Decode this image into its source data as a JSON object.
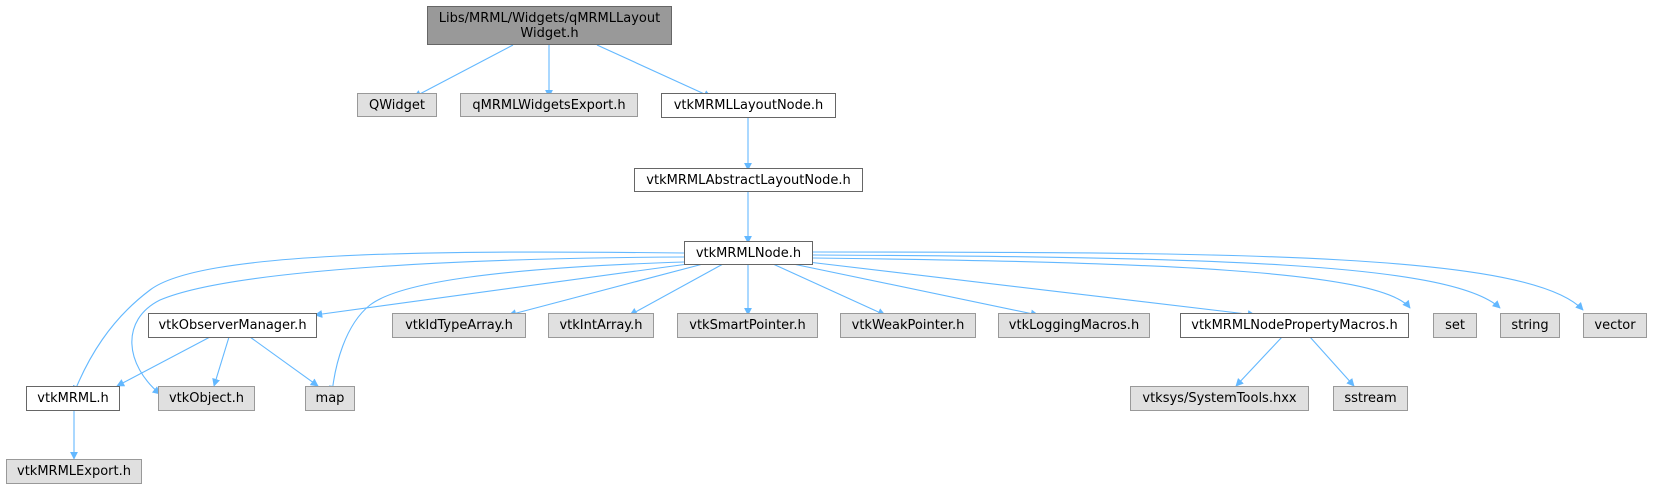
{
  "graph": {
    "colors": {
      "edge": "#63b8ff",
      "root_fill": "#999999",
      "local_fill": "#ffffff",
      "system_fill": "#e0e0e0"
    },
    "nodes": {
      "root": {
        "label": "Libs/MRML/Widgets/qMRMLLayout Widget.h",
        "kind": "root"
      },
      "qwidget": {
        "label": "QWidget",
        "kind": "system"
      },
      "qmrmlwidgetsexport": {
        "label": "qMRMLWidgetsExport.h",
        "kind": "system"
      },
      "layoutnode": {
        "label": "vtkMRMLLayoutNode.h",
        "kind": "local"
      },
      "abstractlayoutnode": {
        "label": "vtkMRMLAbstractLayoutNode.h",
        "kind": "local"
      },
      "mrmlnode": {
        "label": "vtkMRMLNode.h",
        "kind": "local"
      },
      "observermanager": {
        "label": "vtkObserverManager.h",
        "kind": "local"
      },
      "idtypearray": {
        "label": "vtkIdTypeArray.h",
        "kind": "system"
      },
      "intarray": {
        "label": "vtkIntArray.h",
        "kind": "system"
      },
      "smartpointer": {
        "label": "vtkSmartPointer.h",
        "kind": "system"
      },
      "weakpointer": {
        "label": "vtkWeakPointer.h",
        "kind": "system"
      },
      "loggingmacros": {
        "label": "vtkLoggingMacros.h",
        "kind": "system"
      },
      "nodepropertymacros": {
        "label": "vtkMRMLNodePropertyMacros.h",
        "kind": "local"
      },
      "set": {
        "label": "set",
        "kind": "system"
      },
      "string": {
        "label": "string",
        "kind": "system"
      },
      "vector": {
        "label": "vector",
        "kind": "system"
      },
      "vtkmrml": {
        "label": "vtkMRML.h",
        "kind": "local"
      },
      "vtkobject": {
        "label": "vtkObject.h",
        "kind": "system"
      },
      "map": {
        "label": "map",
        "kind": "system"
      },
      "systemtools": {
        "label": "vtksys/SystemTools.hxx",
        "kind": "system"
      },
      "sstream": {
        "label": "sstream",
        "kind": "system"
      },
      "mrmlexport": {
        "label": "vtkMRMLExport.h",
        "kind": "system"
      }
    }
  }
}
